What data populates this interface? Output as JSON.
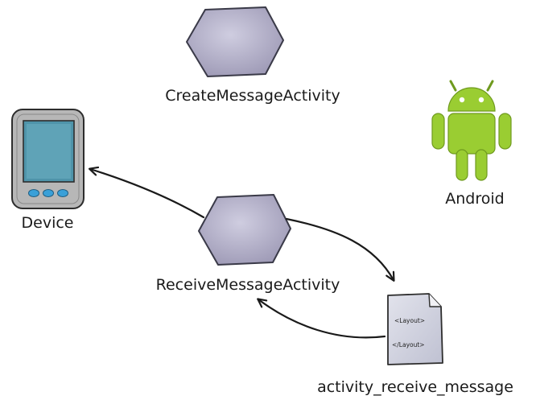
{
  "nodes": {
    "create_activity": {
      "label": "CreateMessageActivity"
    },
    "receive_activity": {
      "label": "ReceiveMessageActivity"
    },
    "device": {
      "label": "Device"
    },
    "android": {
      "label": "Android"
    },
    "layout_file": {
      "label": "activity_receive_message",
      "open_tag": "<Layout>",
      "close_tag": "</Layout>"
    }
  },
  "colors": {
    "activity_fill": "#b4b1c6",
    "activity_stroke": "#3a3a48",
    "android_green": "#9acd32",
    "device_body": "#b7b7b7",
    "device_screen": "#4f94aa",
    "device_buttons": "#3aa0d8",
    "document_fill": "#cdcfdc"
  }
}
